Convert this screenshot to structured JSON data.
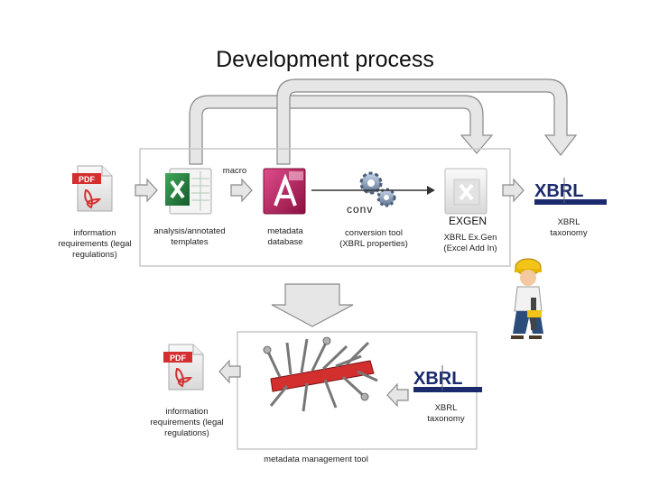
{
  "title": "Development process",
  "top_row": {
    "macro_label": "macro",
    "conv_label": "conv",
    "exgen_label": "EXGEN",
    "items": [
      {
        "label": "information requirements (legal regulations)"
      },
      {
        "label": "analysis/annotated templates"
      },
      {
        "label": "metadata database"
      },
      {
        "label": "conversion tool (XBRL properties)"
      },
      {
        "label": "XBRL Ex.Gen (Excel Add In)"
      },
      {
        "label": "XBRL taxonomy"
      }
    ]
  },
  "bottom_row": {
    "pdf_label": "information requirements (legal regulations)",
    "xbrl_label": "XBRL taxonomy",
    "tool_label": "metadata management tool"
  },
  "icons": {
    "pdf_text": "PDF",
    "xbrl_logo": "XBRL"
  },
  "colors": {
    "arrow_fill": "#e6e6e6",
    "arrow_stroke": "#8a8a8a",
    "excel_green": "#1e7b3a",
    "access_pink": "#c2185b",
    "pdf_red": "#d32f2f",
    "xbrl_blue": "#1a2a6c"
  }
}
